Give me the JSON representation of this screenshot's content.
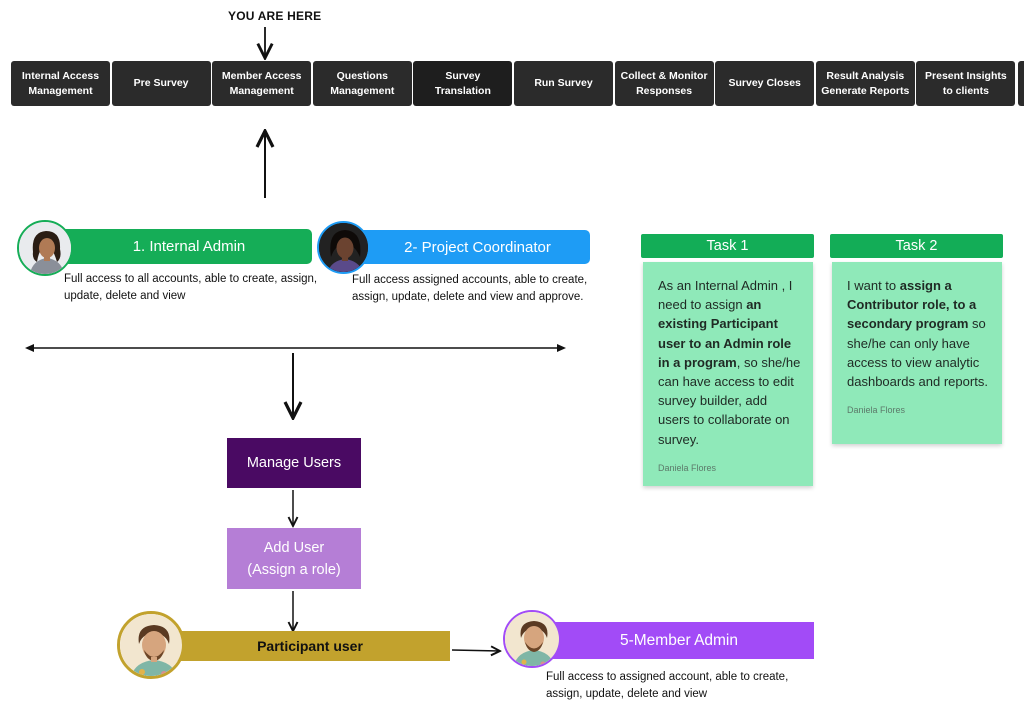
{
  "you_are_here": "YOU ARE HERE",
  "stages": [
    "Internal Access\nManagement",
    "Pre Survey",
    "Member Access\nManagement",
    "Questions\nManagement",
    "Survey Translation",
    "Run Survey",
    "Collect & Monitor\nResponses",
    "Survey Closes",
    "Result Analysis\nGenerate Reports",
    "Present Insights\nto clients"
  ],
  "roles": {
    "internal_admin": {
      "title": "1. Internal Admin",
      "desc": "Full access to all accounts, able to create, assign, update, delete and view",
      "color": "#15ad57"
    },
    "project_coordinator": {
      "title": "2- Project Coordinator",
      "desc": "Full  access assigned accounts, able to create, assign, update, delete and view and approve.",
      "color": "#1e9cf5"
    },
    "participant": {
      "title": "Participant user",
      "color": "#c2a22d"
    },
    "member_admin": {
      "title": "5-Member Admin",
      "desc": "Full access to assigned account, able to create, assign, update, delete and view",
      "color": "#a24bf7"
    }
  },
  "flow": {
    "manage_users": "Manage Users",
    "add_user_line1": "Add User",
    "add_user_line2": "(Assign a role)"
  },
  "tasks": [
    {
      "label": "Task 1",
      "parts": [
        {
          "t": "As an Internal Admin , I need to assign ",
          "b": false
        },
        {
          "t": "an existing Participant user to  an Admin role in a program",
          "b": true
        },
        {
          "t": ", so she/he can have access to edit survey builder, add users to collaborate on survey.",
          "b": false
        }
      ],
      "author": "Daniela Flores"
    },
    {
      "label": "Task 2",
      "parts": [
        {
          "t": "I want to ",
          "b": false
        },
        {
          "t": "assign a Contributor role, to a secondary program",
          "b": true
        },
        {
          "t": " so she/he can only have access to view analytic dashboards and reports.",
          "b": false
        }
      ],
      "author": "Daniela Flores"
    }
  ]
}
